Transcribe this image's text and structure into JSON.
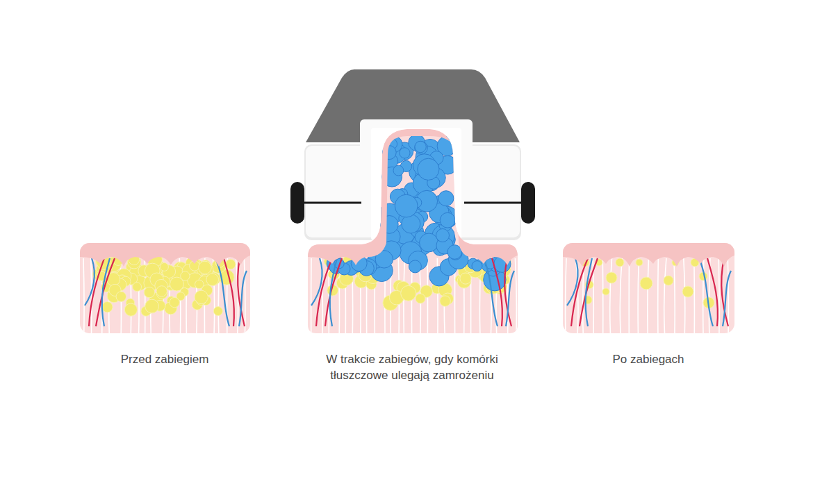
{
  "diagram": {
    "labels": [
      "Przed zabiegiem",
      "W trakcie zabiegów, gdy komórki tłuszczowe ulegają zamrożeniu",
      "Po zabiegach"
    ]
  }
}
